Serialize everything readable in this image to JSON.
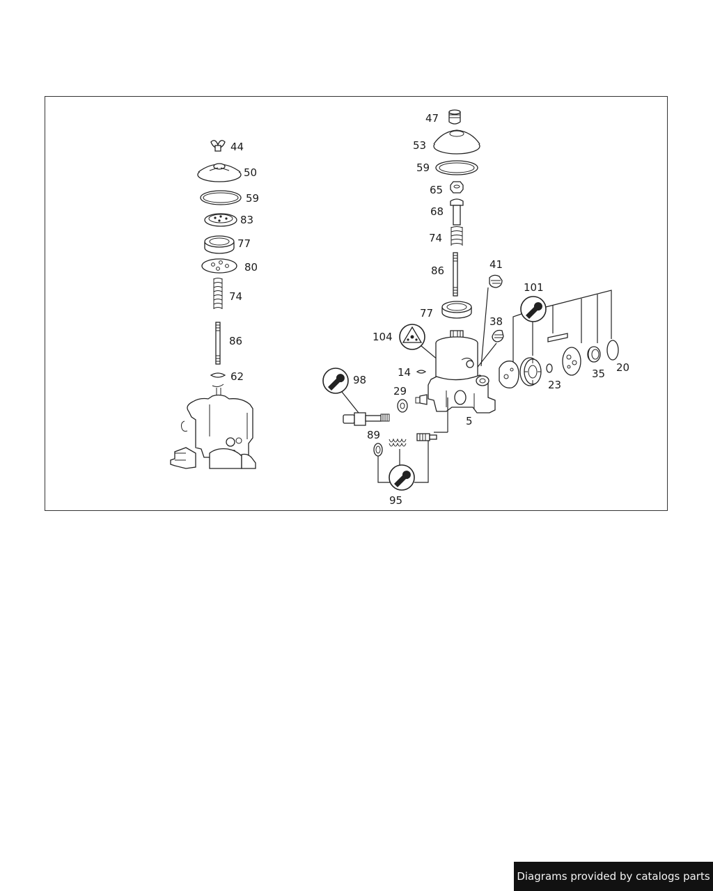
{
  "diagram": {
    "left_callouts": [
      "44",
      "50",
      "59",
      "83",
      "77",
      "80",
      "74",
      "86",
      "62"
    ],
    "right_callouts": {
      "c47": "47",
      "c53": "53",
      "c59": "59",
      "c65": "65",
      "c68": "68",
      "c74": "74",
      "c86": "86",
      "c41": "41",
      "c77": "77",
      "c101": "101",
      "c38": "38",
      "c104": "104",
      "c14": "14",
      "c98": "98",
      "c29": "29",
      "c23": "23",
      "c35": "35",
      "c20": "20",
      "c5": "5",
      "c89": "89",
      "c95": "95"
    },
    "colors": {
      "line": "#222222",
      "paper": "#ffffff"
    }
  },
  "footer": {
    "credit": "Diagrams provided by catalogs parts"
  }
}
